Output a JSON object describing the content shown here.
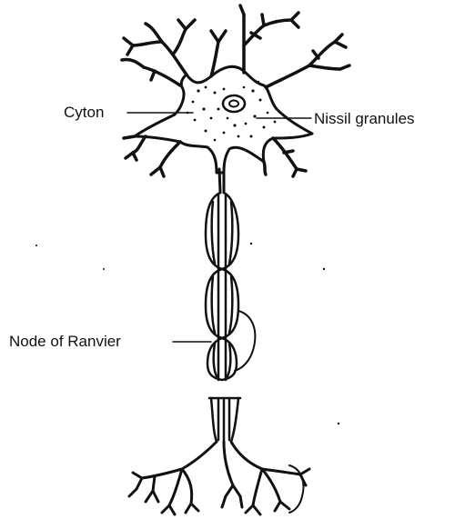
{
  "diagram": {
    "labels": {
      "cyton": "Cyton",
      "nissil": "Nissil granules",
      "node": "Node of Ranvier"
    },
    "ink_color": "#111111",
    "background": "#ffffff"
  }
}
